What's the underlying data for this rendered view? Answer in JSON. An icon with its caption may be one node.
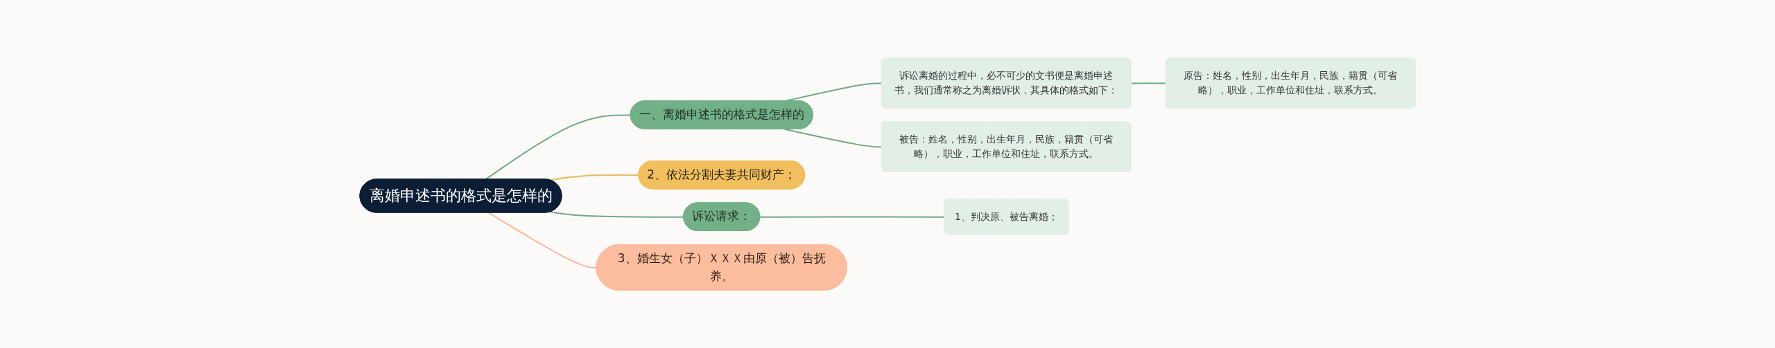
{
  "diagram": {
    "nodes": [
      {
        "text": [
          "离婚申述书的格式是怎样的"
        ]
      },
      {
        "text": [
          "一、离婚申述书的格式是怎样的"
        ]
      },
      {
        "text": [
          "诉讼离婚的过程中，必不可少的文书便是离婚申述书，我们通常称之为离婚诉状，其具体的格式如下："
        ]
      },
      {
        "text": [
          "原告：姓名，性别，出生年月，民族，籍贯（可省略），职业，工作单位和住址，联系方式。"
        ]
      },
      {
        "text": [
          "被告：姓名，性别，出生年月，民族，籍贯（可省略），职业，工作单位和住址，联系方式。"
        ]
      },
      {
        "text": [
          "2、依法分割夫妻共同财产；"
        ]
      },
      {
        "text": [
          "诉讼请求："
        ]
      },
      {
        "text": [
          "1、判决原、被告离婚；"
        ]
      },
      {
        "text": [
          "3、婚生女（子）ＸＸＸ由原（被）告抚养。"
        ]
      }
    ],
    "edges": [
      {
        "from": 0,
        "to": 1,
        "arrow": "none"
      },
      {
        "from": 1,
        "to": 2,
        "arrow": "none"
      },
      {
        "from": 2,
        "to": 3,
        "arrow": "none"
      },
      {
        "from": 1,
        "to": 4,
        "arrow": "none"
      },
      {
        "from": 0,
        "to": 5,
        "arrow": "none",
        "color": "#e8b860"
      },
      {
        "from": 0,
        "to": 6,
        "arrow": "none"
      },
      {
        "from": 6,
        "to": 7,
        "arrow": "none"
      },
      {
        "from": 0,
        "to": 8,
        "arrow": "none",
        "color": "#f7b89a"
      }
    ]
  }
}
